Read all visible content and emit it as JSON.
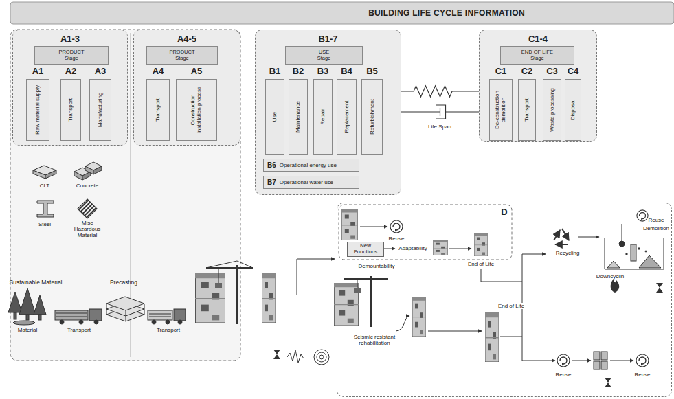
{
  "diagram": {
    "title": "BUILDING LIFE CYCLE INFORMATION",
    "nodes": [
      {
        "text": [
          "A1-3"
        ]
      },
      {
        "text": [
          "PRODUCT Stage"
        ],
        "in": 0
      },
      {
        "text": [
          "A1",
          "Raw material supply"
        ],
        "in": 0
      },
      {
        "text": [
          "A2",
          "Transport"
        ],
        "in": 0
      },
      {
        "text": [
          "A3",
          "Manufacturing"
        ],
        "in": 0
      },
      {
        "text": [
          "A4-5"
        ]
      },
      {
        "text": [
          "PRODUCT Stage"
        ],
        "in": 5
      },
      {
        "text": [
          "A4",
          "Transport"
        ],
        "in": 5
      },
      {
        "text": [
          "A5",
          "Construction installation process"
        ],
        "in": 5
      },
      {
        "text": [
          "B1-7"
        ]
      },
      {
        "text": [
          "USE Stage"
        ],
        "in": 9
      },
      {
        "text": [
          "B1",
          "Use"
        ],
        "in": 9
      },
      {
        "text": [
          "B2",
          "Maintenance"
        ],
        "in": 9
      },
      {
        "text": [
          "B3",
          "Repair"
        ],
        "in": 9
      },
      {
        "text": [
          "B4",
          "Replacement"
        ],
        "in": 9
      },
      {
        "text": [
          "B5",
          "Refurbishment"
        ],
        "in": 9
      },
      {
        "text": [
          "B6",
          "Operational energy use"
        ],
        "in": 9
      },
      {
        "text": [
          "B7",
          "Operational water use"
        ],
        "in": 9
      },
      {
        "text": [
          "C1-4"
        ]
      },
      {
        "text": [
          "END OF LIFE Stage"
        ],
        "in": 18
      },
      {
        "text": [
          "C1",
          "De-construction demolition"
        ],
        "in": 18
      },
      {
        "text": [
          "C2",
          "Transport"
        ],
        "in": 18
      },
      {
        "text": [
          "C3",
          "Waste processing"
        ],
        "in": 18
      },
      {
        "text": [
          "C4",
          "Disposal"
        ],
        "in": 18
      },
      {
        "text": [
          "D"
        ]
      },
      {
        "text": [
          "New Functions"
        ],
        "in": 24
      }
    ],
    "edges": [
      {
        "from": 9,
        "to": 18,
        "arrow": "none"
      },
      {
        "from": 9,
        "to": 18,
        "arrow": "none"
      }
    ],
    "labels": [
      "Life Span",
      "CLT",
      "Concrete",
      "Steel",
      "Misc Hazardous Material",
      "Sustainable Material",
      "Precasting",
      "Material",
      "Transport",
      "Transport",
      "Seismic resistant rehabilitation",
      "Demountability",
      "Reuse",
      "Adaptability",
      "End of Life",
      "Recycling",
      "Reuse",
      "Demolition",
      "Downcyclin",
      "End of Life",
      "Reuse",
      "Reuse"
    ]
  }
}
